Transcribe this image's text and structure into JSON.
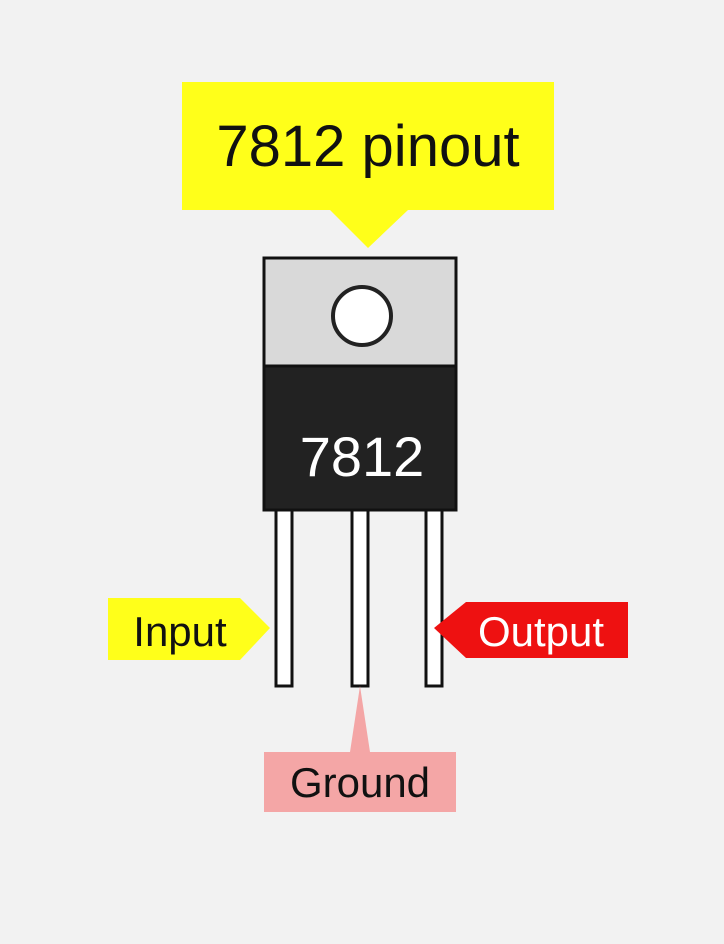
{
  "title": "7812 pinout",
  "chip_label": "7812",
  "pins": {
    "input": "Input",
    "ground": "Ground",
    "output": "Output"
  },
  "colors": {
    "background": "#f2f2f2",
    "title_callout": "#ffff1a",
    "input_callout": "#ffff1a",
    "output_callout": "#ee1111",
    "ground_callout": "#f4a6a6",
    "tab": "#d9d9d9",
    "body": "#222222",
    "pin_fill": "#ffffff",
    "outline": "#111111"
  }
}
